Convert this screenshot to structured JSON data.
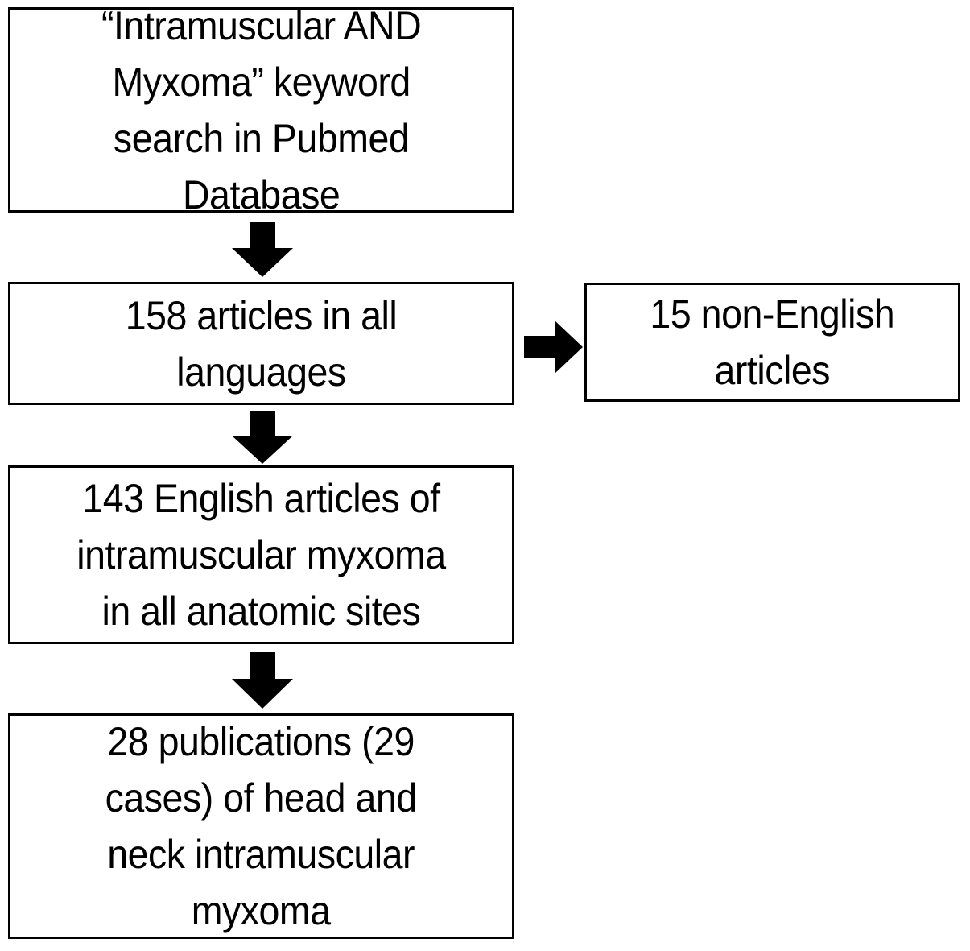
{
  "figure": {
    "kind": "flowchart",
    "orientation": "top-to-bottom with one right branch",
    "background_color": "#ffffff",
    "line_color": "#000000",
    "text_color": "#000000"
  },
  "nodes": {
    "search": {
      "id": "search",
      "text": "“Intramuscular AND\nMyxoma” keyword\nsearch in Pubmed\nDatabase",
      "lines": [
        "“Intramuscular AND",
        "Myxoma” keyword",
        "search in Pubmed",
        "Database"
      ]
    },
    "all_languages": {
      "id": "all-languages",
      "text": "158 articles in all\nlanguages",
      "lines": [
        "158 articles in all",
        "languages"
      ],
      "count": 158
    },
    "non_english": {
      "id": "non-english",
      "text": "15 non-English\narticles",
      "lines": [
        "15 non-English",
        "articles"
      ],
      "count": 15
    },
    "english_all_sites": {
      "id": "english-all-sites",
      "text": "143 English articles of\nintramuscular myxoma\nin all anatomic sites",
      "lines": [
        "143 English articles of",
        "intramuscular myxoma",
        "in all anatomic sites"
      ],
      "count": 143
    },
    "final": {
      "id": "final",
      "text": "28 publications (29\ncases) of head and\nneck intramuscular\nmyxoma",
      "lines": [
        "28 publications (29",
        "cases) of head and",
        "neck intramuscular",
        "myxoma"
      ],
      "publications": 28,
      "cases": 29
    }
  },
  "arrows": [
    {
      "id": "arrow-search-to-all-languages",
      "direction": "down",
      "icon": "arrow-down-icon"
    },
    {
      "id": "arrow-all-languages-to-english",
      "direction": "down",
      "icon": "arrow-down-icon"
    },
    {
      "id": "arrow-english-to-final",
      "direction": "down",
      "icon": "arrow-down-icon"
    },
    {
      "id": "arrow-all-languages-to-non-english",
      "direction": "right",
      "icon": "arrow-right-icon"
    }
  ]
}
